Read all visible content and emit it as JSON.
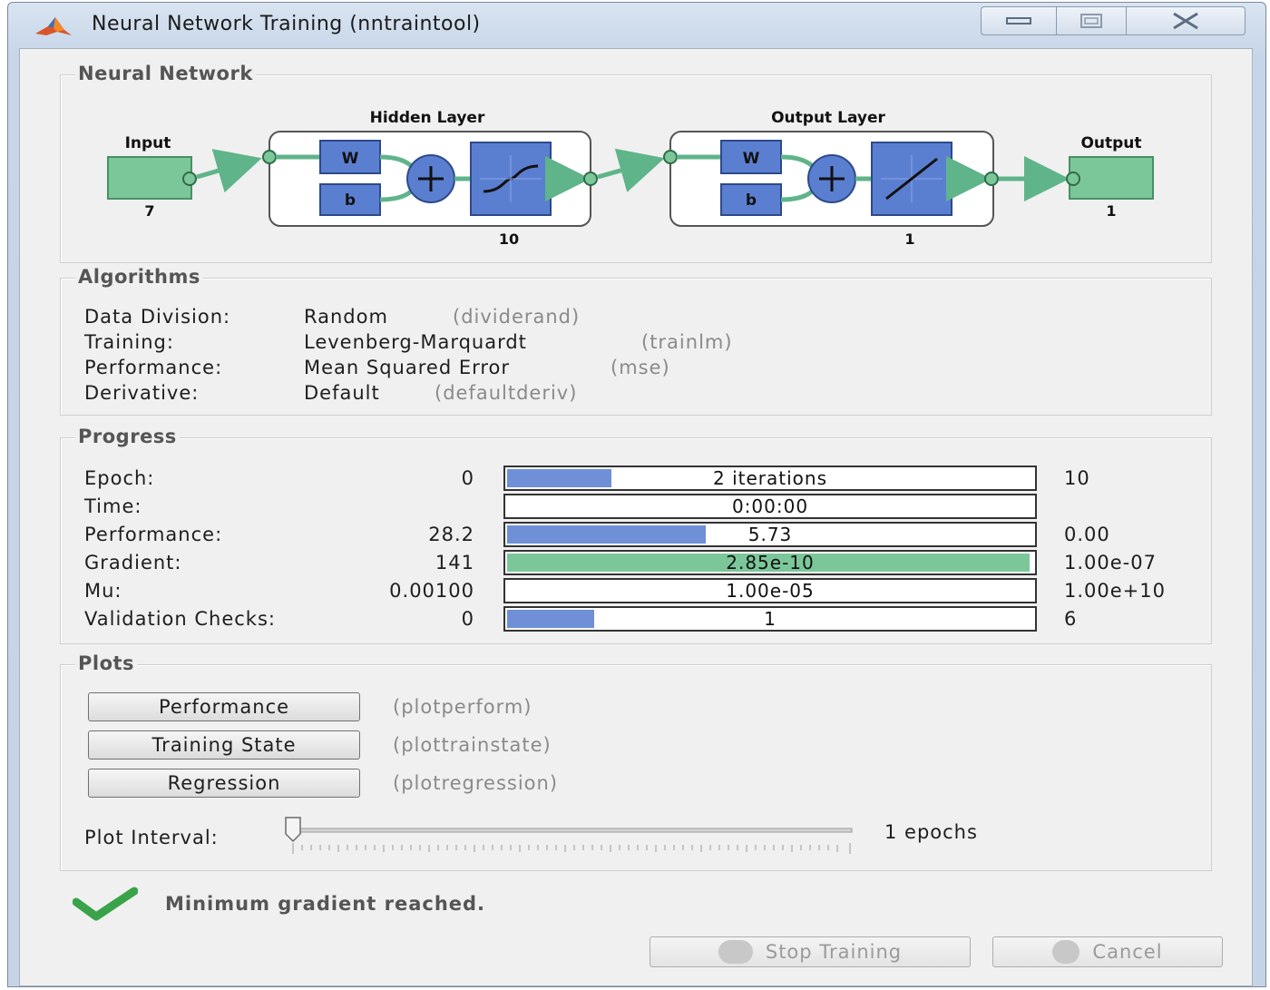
{
  "window": {
    "title": "Neural Network Training (nntraintool)"
  },
  "network": {
    "group_title": "Neural Network",
    "input_label": "Input",
    "input_size": "7",
    "hidden_title": "Hidden Layer",
    "hidden_size": "10",
    "output_layer_title": "Output Layer",
    "output_layer_size": "1",
    "output_label": "Output",
    "output_size": "1",
    "weight_label": "W",
    "bias_label": "b"
  },
  "algorithms": {
    "group_title": "Algorithms",
    "rows": [
      {
        "label": "Data Division:",
        "value": "Random",
        "fn": "(dividerand)"
      },
      {
        "label": "Training:",
        "value": "Levenberg-Marquardt",
        "fn": "(trainlm)"
      },
      {
        "label": "Performance:",
        "value": "Mean Squared Error",
        "fn": "(mse)"
      },
      {
        "label": "Derivative:",
        "value": "Default",
        "fn": "(defaultderiv)"
      }
    ]
  },
  "progress": {
    "group_title": "Progress",
    "rows": [
      {
        "label": "Epoch:",
        "start": "0",
        "current": "2 iterations",
        "end": "10",
        "fill_fraction": 0.2
      },
      {
        "label": "Time:",
        "start": "",
        "current": "0:00:00",
        "end": "",
        "fill_fraction": 0
      },
      {
        "label": "Performance:",
        "start": "28.2",
        "current": "5.73",
        "end": "0.00",
        "fill_fraction": 0.38
      },
      {
        "label": "Gradient:",
        "start": "141",
        "current": "2.85e-10",
        "end": "1.00e-07",
        "fill_fraction": 1.0
      },
      {
        "label": "Mu:",
        "start": "0.00100",
        "current": "1.00e-05",
        "end": "1.00e+10",
        "fill_fraction": 0
      },
      {
        "label": "Validation Checks:",
        "start": "0",
        "current": "1",
        "end": "6",
        "fill_fraction": 0.167
      }
    ]
  },
  "plots": {
    "group_title": "Plots",
    "buttons": [
      {
        "label": "Performance",
        "fn": "(plotperform)"
      },
      {
        "label": "Training State",
        "fn": "(plottrainstate)"
      },
      {
        "label": "Regression",
        "fn": "(plotregression)"
      }
    ],
    "interval_label": "Plot Interval:",
    "interval_value": "1 epochs"
  },
  "status": {
    "message": "Minimum gradient reached."
  },
  "buttons": {
    "stop": "Stop Training",
    "cancel": "Cancel"
  },
  "colors": {
    "progress_fill": "#6f8fd6",
    "gradient_fill": "#7cc79a",
    "block_blue": "#5b7fd0",
    "io_green": "#7cc79a",
    "connector_green": "#5fb48a",
    "check_green": "#3aa34a"
  }
}
